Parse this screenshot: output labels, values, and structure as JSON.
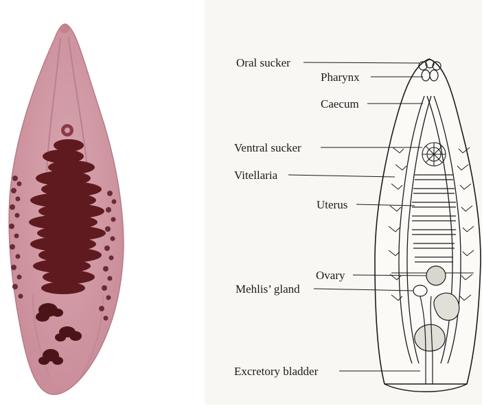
{
  "figure": {
    "colors": {
      "photo_body": "#d29aa6",
      "photo_organs": "#5e1a1e",
      "drawing_bg": "#f8f7f4",
      "ink": "#1a1a1a"
    },
    "labels": {
      "oral_sucker": "Oral sucker",
      "pharynx": "Pharynx",
      "caecum": "Caecum",
      "ventral_sucker": "Ventral sucker",
      "vitellaria": "Vitellaria",
      "uterus": "Uterus",
      "ovary": "Ovary",
      "mehlis_gland": "Mehlis’ gland",
      "excretory_bladder": "Excretory bladder"
    }
  }
}
